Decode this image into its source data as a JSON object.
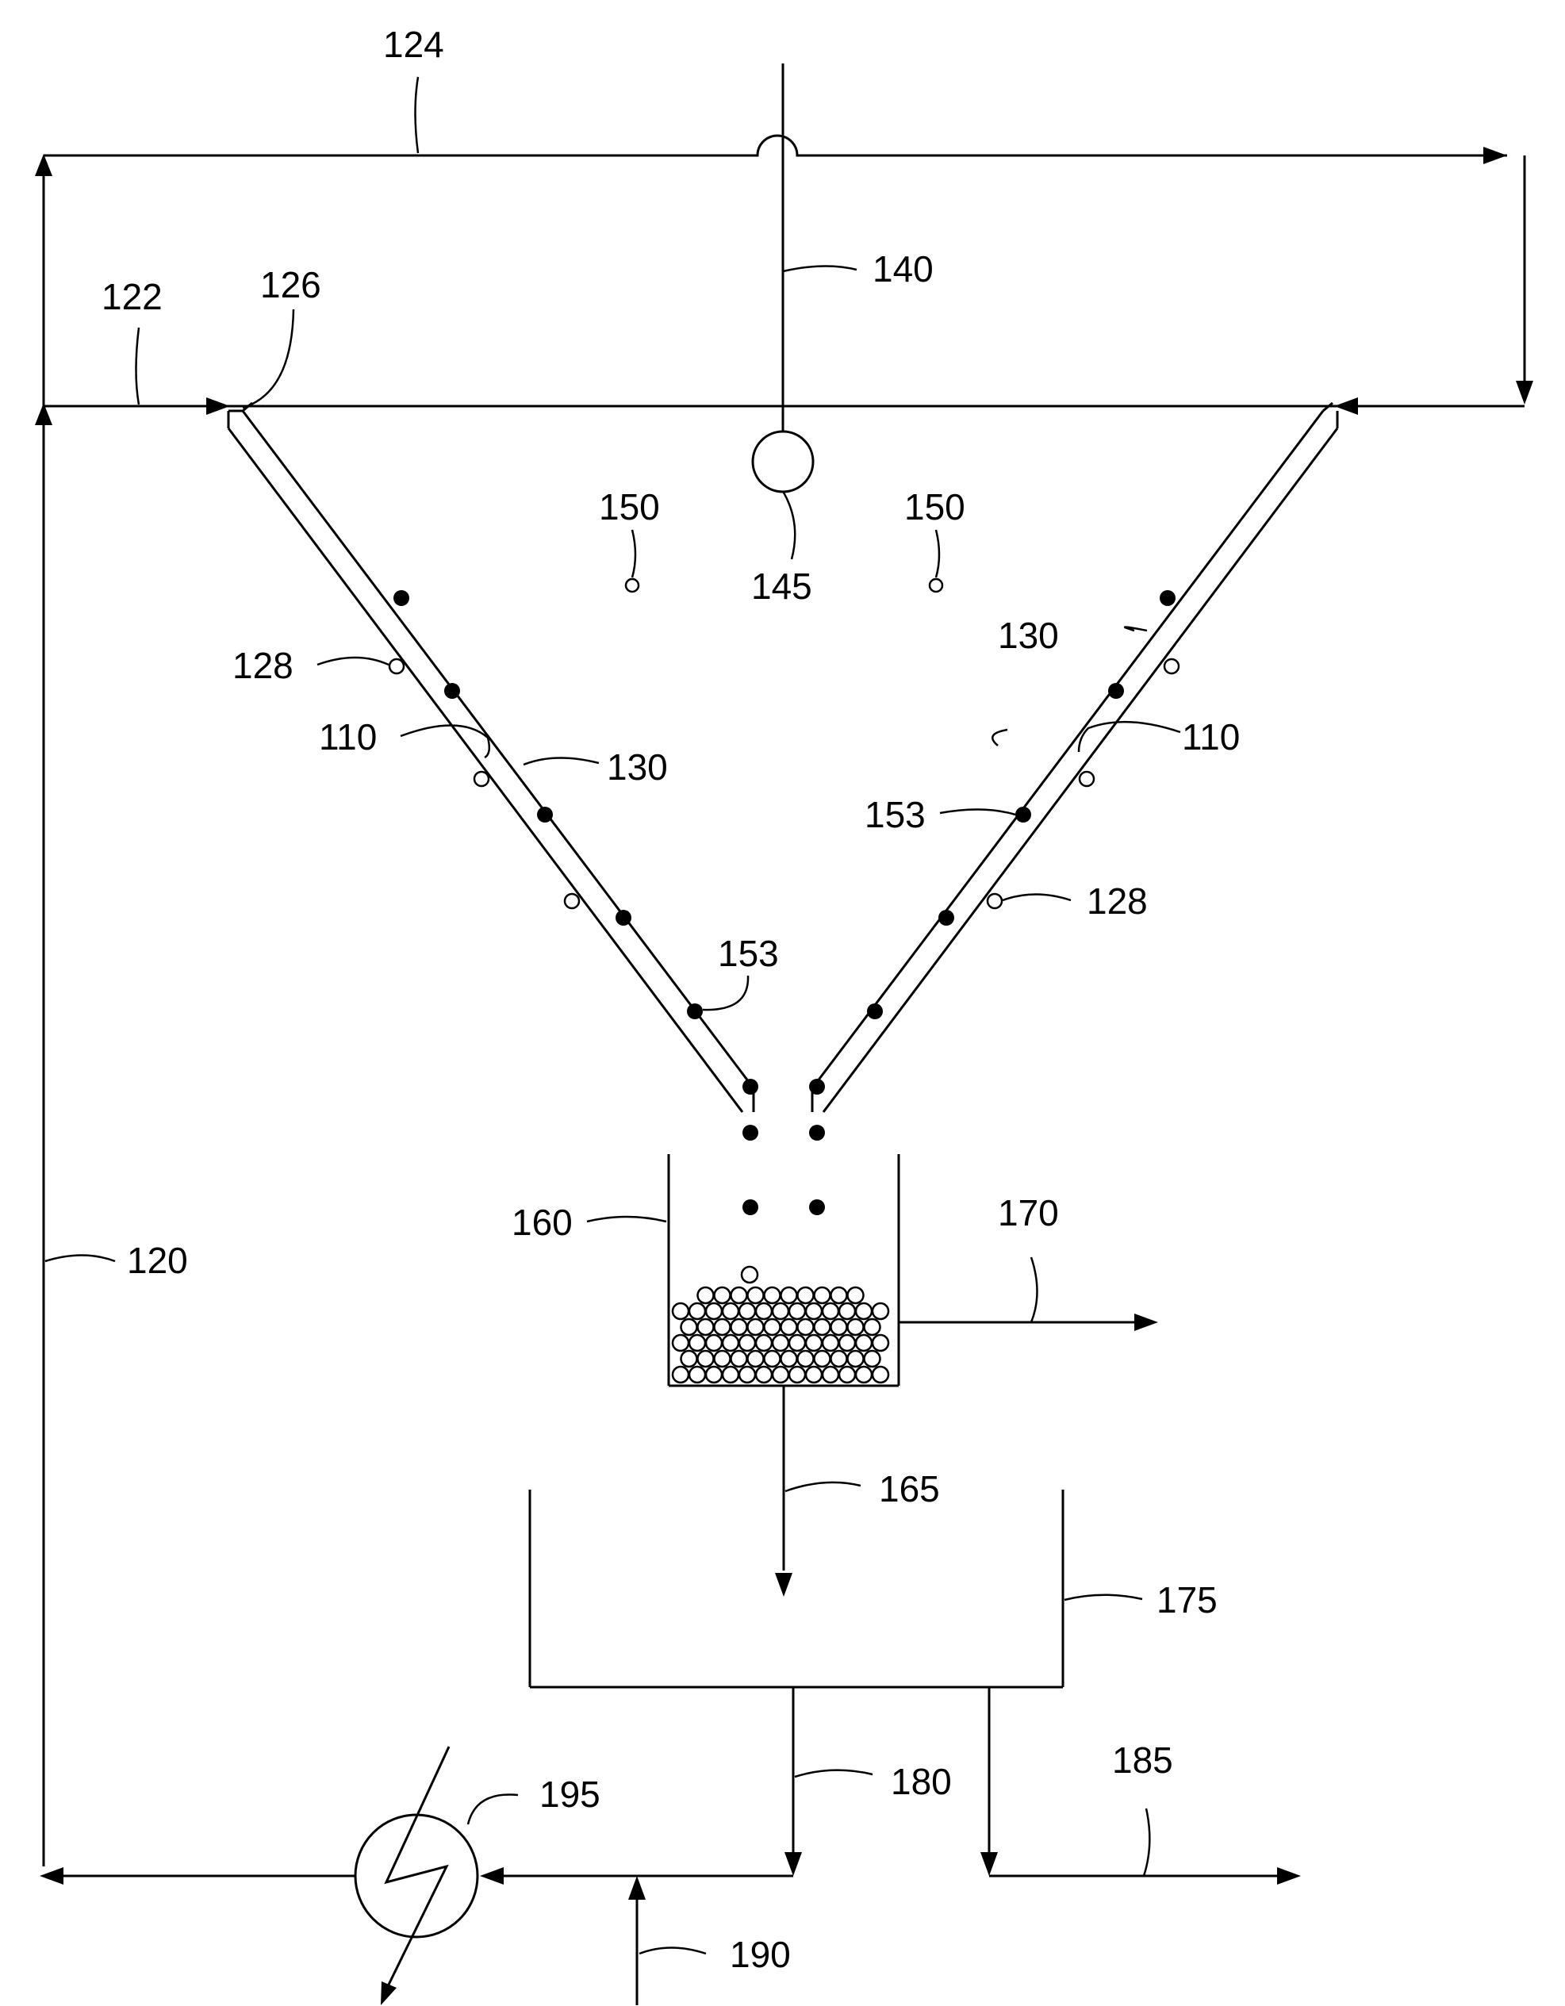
{
  "labels": {
    "l124": "124",
    "l122": "122",
    "l126": "126",
    "l140": "140",
    "l150a": "150",
    "l150b": "150",
    "l145": "145",
    "l128a": "128",
    "l128b": "128",
    "l130a": "130",
    "l130b": "130",
    "l110a": "110",
    "l110b": "110",
    "l153a": "153",
    "l153b": "153",
    "l160": "160",
    "l170": "170",
    "l165": "165",
    "l175": "175",
    "l120": "120",
    "l180": "180",
    "l185": "185",
    "l195": "195",
    "l190": "190"
  }
}
